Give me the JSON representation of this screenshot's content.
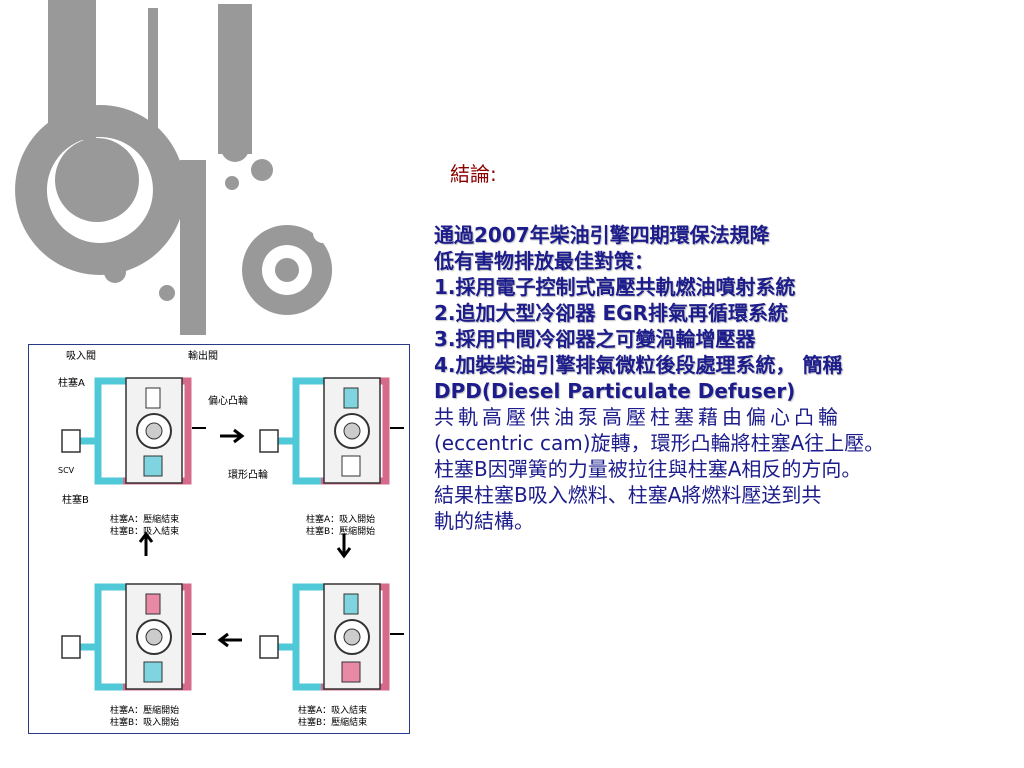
{
  "title": "結論:",
  "strategy_heading_1": "通過2007年柴油引擎四期環保法規降",
  "strategy_heading_2": "低有害物排放最佳對策：",
  "items": [
    "1.採用電子控制式高壓共軌燃油噴射系統",
    "2.追加大型冷卻器 EGR排氣再循環系統",
    "3.採用中間冷卻器之可變渦輪增壓器",
    "4.加裝柴油引擎排氣微粒後段處理系統， 簡稱",
    "DPD(Diesel Particulate Defuser)"
  ],
  "explanation_lines": [
    "共軌高壓供油泵高壓柱塞藉由偏心凸輪",
    "(eccentric cam)旋轉，環形凸輪將柱塞A往上壓。",
    "柱塞B因彈簧的力量被拉往與柱塞A相反的方向。",
    "結果柱塞B吸入燃料、柱塞A將燃料壓送到共",
    "軌的結構。"
  ],
  "diagram": {
    "labels": {
      "intake_valve": "吸入閥",
      "outlet_valve": "輸出閥",
      "plunger_a": "柱塞A",
      "eccentric_cam": "偏心凸輪",
      "ring_cam": "環形凸輪",
      "plunger_b": "柱塞B",
      "scv": "SCV"
    },
    "panels": [
      {
        "line1": "柱塞A：壓縮結束",
        "line2": "柱塞B：吸入結束"
      },
      {
        "line1": "柱塞A：吸入開始",
        "line2": "柱塞B：壓縮開始"
      },
      {
        "line1": "柱塞A：壓縮開始",
        "line2": "柱塞B：吸入開始"
      },
      {
        "line1": "柱塞A：吸入結束",
        "line2": "柱塞B：壓縮結束"
      }
    ]
  },
  "colors": {
    "text_blue": "#1c1c8c",
    "title_red": "#8b0000",
    "deco_gray": "#999999",
    "pipe_cyan": "#4fc8d8",
    "pipe_pink": "#d66a8a"
  }
}
